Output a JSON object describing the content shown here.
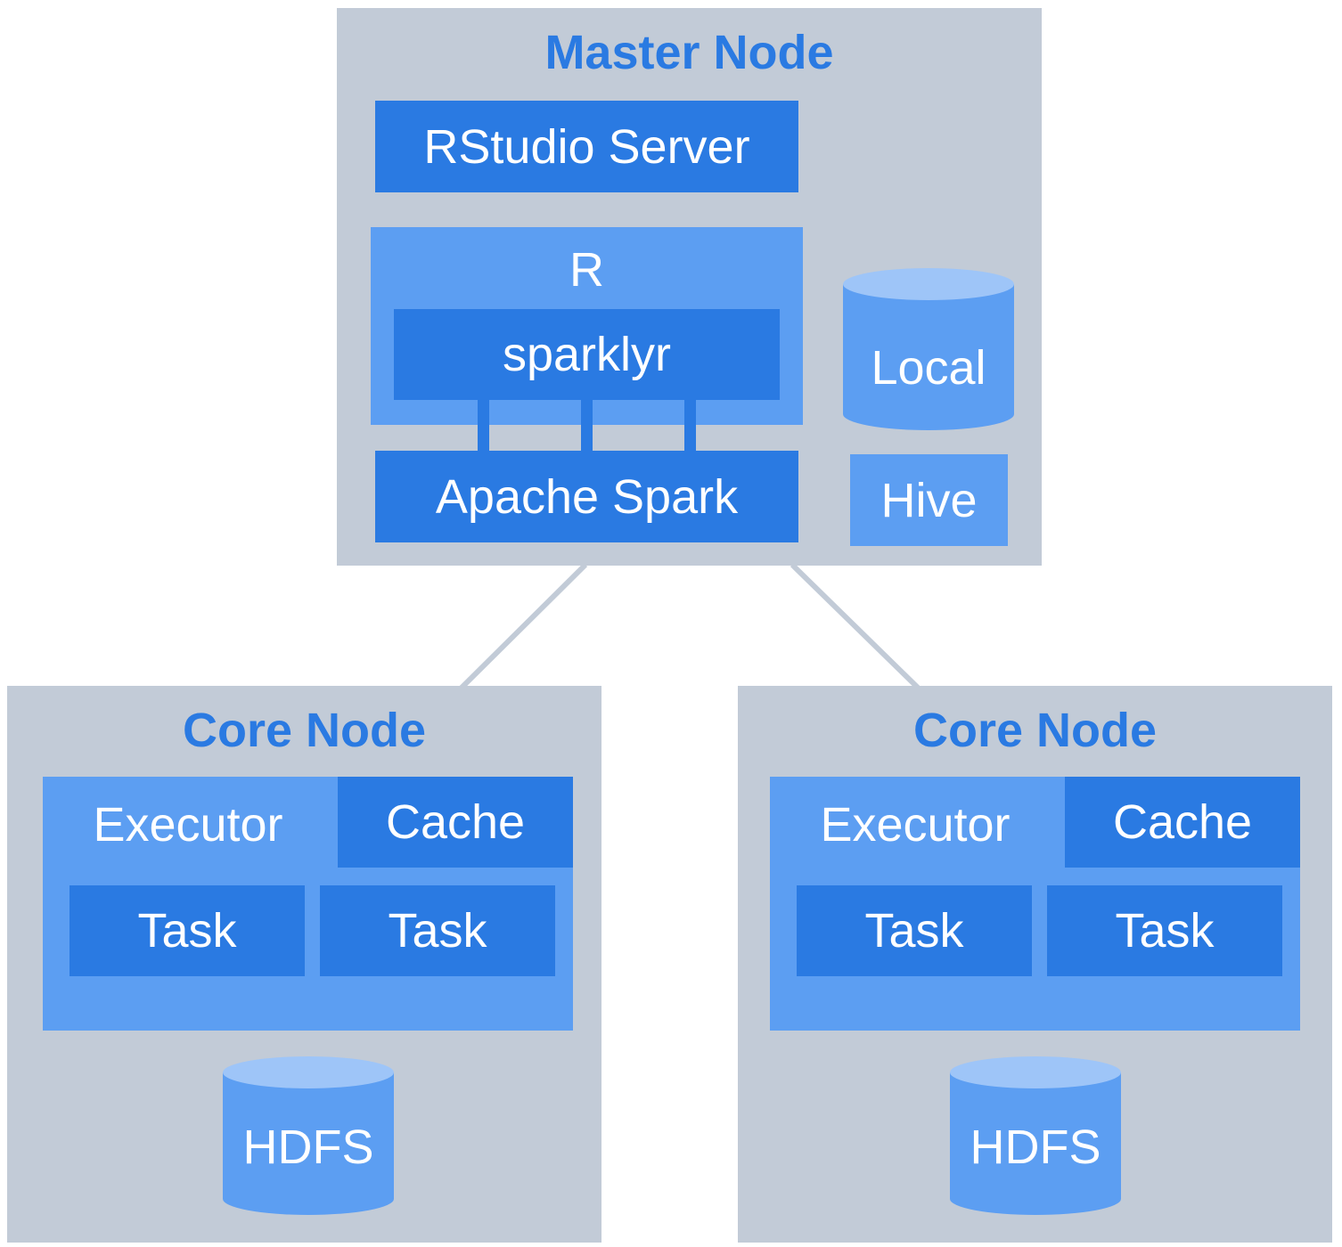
{
  "master": {
    "title": "Master Node",
    "rstudio": "RStudio Server",
    "r": "R",
    "sparklyr": "sparklyr",
    "spark": "Apache Spark",
    "local": "Local",
    "hive": "Hive"
  },
  "core_left": {
    "title": "Core Node",
    "executor": "Executor",
    "cache": "Cache",
    "task1": "Task",
    "task2": "Task",
    "hdfs": "HDFS"
  },
  "core_right": {
    "title": "Core Node",
    "executor": "Executor",
    "cache": "Cache",
    "task1": "Task",
    "task2": "Task",
    "hdfs": "HDFS"
  },
  "colors": {
    "node_bg": "#c2cbd7",
    "dark_blue": "#2a7ae2",
    "light_blue": "#5c9ef2",
    "cylinder_top": "#9ec5f8",
    "link_line": "#c2cbd7"
  }
}
